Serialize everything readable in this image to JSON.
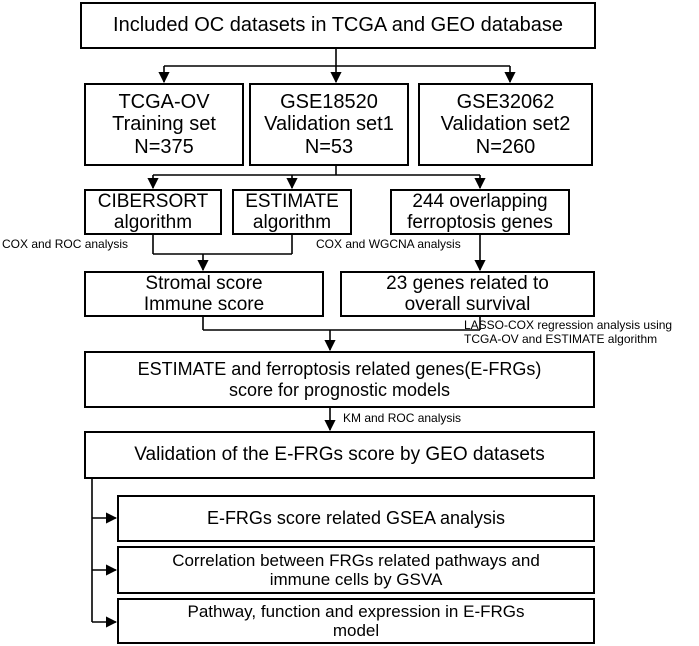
{
  "boxes": {
    "included": [
      "Included OC datasets in TCGA and GEO database"
    ],
    "tcga": [
      "TCGA-OV",
      "Training set",
      "N=375"
    ],
    "gse18520": [
      "GSE18520",
      "Validation set1",
      "N=53"
    ],
    "gse32062": [
      "GSE32062",
      "Validation set2",
      "N=260"
    ],
    "cibersort": [
      "CIBERSORT",
      "algorithm"
    ],
    "estimate": [
      "ESTIMATE",
      "algorithm"
    ],
    "ferroptosis": [
      "244 overlapping",
      "ferroptosis genes"
    ],
    "stromal": [
      "Stromal score",
      "Immune score"
    ],
    "genes23": [
      "23 genes related to",
      "overall survival"
    ],
    "efrgs": [
      "ESTIMATE  and ferroptosis related genes(E-FRGs)",
      "score for prognostic models"
    ],
    "validation": [
      "Validation of the E-FRGs score by GEO datasets"
    ],
    "gsea": [
      "E-FRGs score related GSEA analysis"
    ],
    "gsva": [
      "Correlation between FRGs related pathways and",
      "immune cells by GSVA"
    ],
    "pathway": [
      "Pathway, function and expression in E-FRGs",
      "model"
    ]
  },
  "labels": {
    "cox_roc": "COX and ROC analysis",
    "cox_wgcna": "COX and WGCNA analysis",
    "lasso_1": "LASSO-COX regression analysis using",
    "lasso_2": "TCGA-OV and ESTIMATE algorithm",
    "km_roc": "KM and ROC analysis"
  }
}
